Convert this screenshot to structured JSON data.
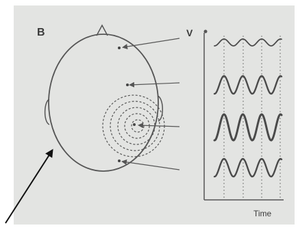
{
  "panel_label": "B",
  "y_axis_label": "V",
  "x_axis_label": "Time"
}
